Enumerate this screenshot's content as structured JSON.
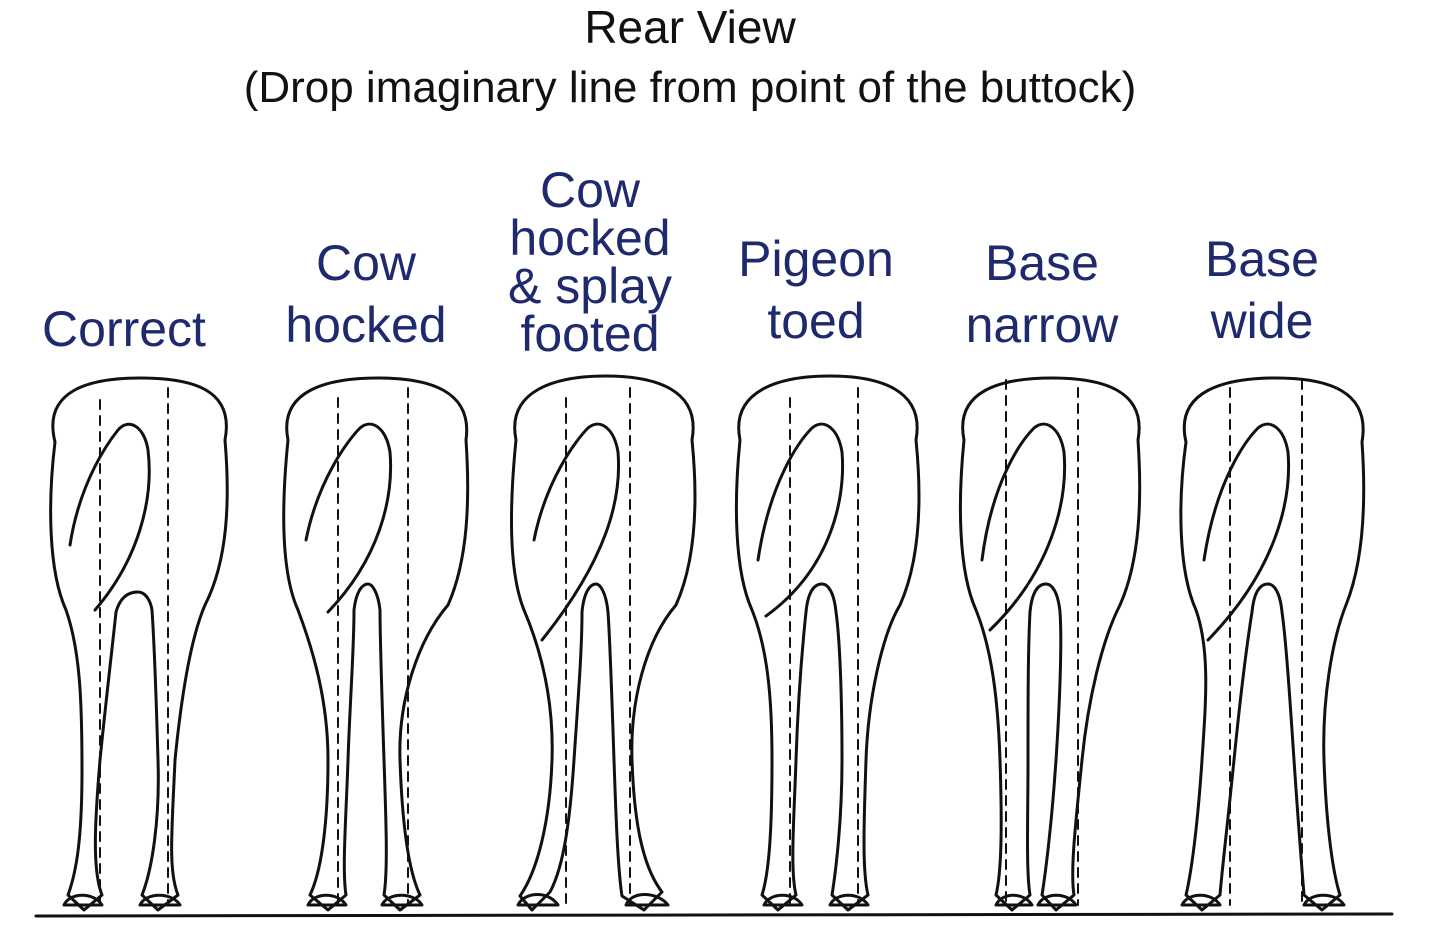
{
  "header": {
    "title": "Rear View",
    "subtitle": "(Drop imaginary line from point of the buttock)"
  },
  "colors": {
    "label": "#1f2a6e",
    "line": "#111111",
    "background": "#ffffff"
  },
  "conformations": [
    {
      "label_lines": [
        "Correct"
      ]
    },
    {
      "label_lines": [
        "Cow",
        "hocked"
      ]
    },
    {
      "label_lines": [
        "Cow",
        "hocked",
        "& splay",
        "footed"
      ]
    },
    {
      "label_lines": [
        "Pigeon",
        "toed"
      ]
    },
    {
      "label_lines": [
        "Base",
        "narrow"
      ]
    },
    {
      "label_lines": [
        "Base",
        "wide"
      ]
    }
  ]
}
